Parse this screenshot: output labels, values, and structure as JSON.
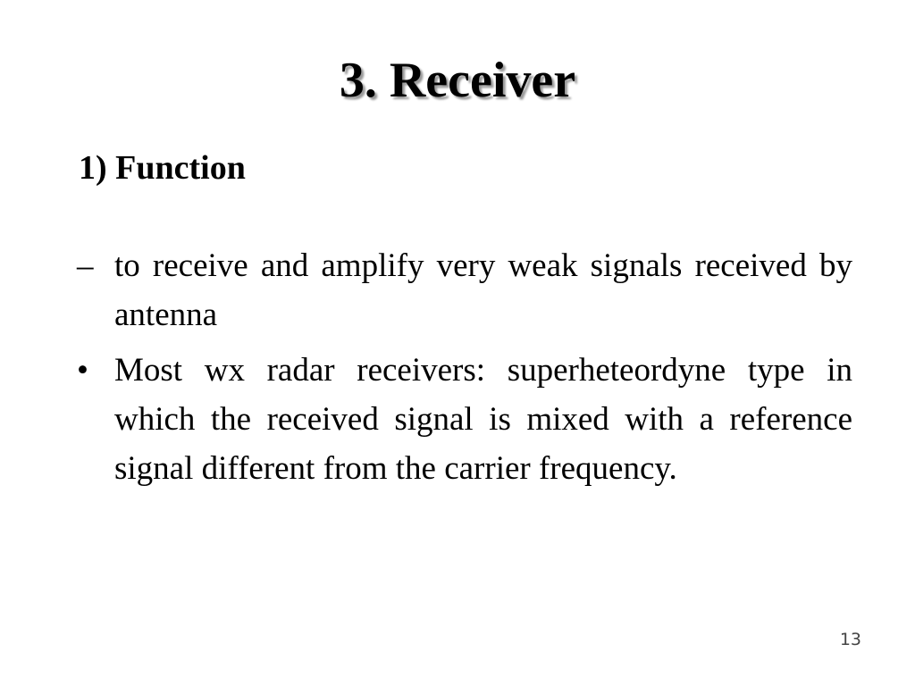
{
  "slide": {
    "title": "3. Receiver",
    "subheading": "1) Function",
    "items": [
      {
        "marker": "–",
        "text": "to receive and amplify very weak signals received by antenna"
      },
      {
        "marker": "•",
        "text": "Most wx radar receivers: superheteordyne type in which the received signal is mixed with a reference signal different from the carrier frequency."
      }
    ],
    "page_number": "13"
  }
}
